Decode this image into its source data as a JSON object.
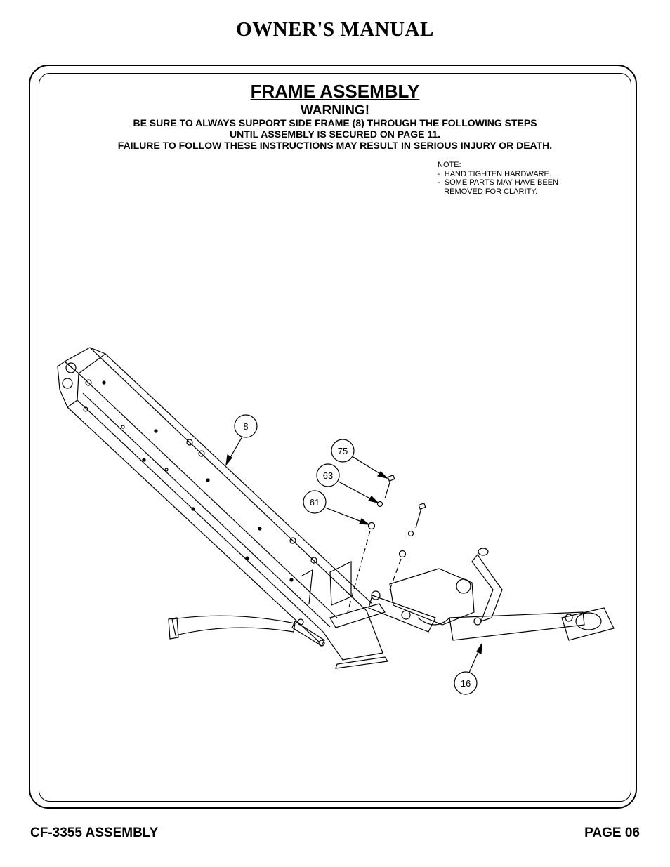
{
  "header": {
    "title": "OWNER'S MANUAL"
  },
  "section": {
    "title": "FRAME ASSEMBLY",
    "warning_title": "WARNING!",
    "warning_lines": [
      "BE SURE TO ALWAYS SUPPORT SIDE FRAME (8) THROUGH THE FOLLOWING STEPS",
      "UNTIL ASSEMBLY IS SECURED ON PAGE 11.",
      "FAILURE TO FOLLOW THESE INSTRUCTIONS MAY RESULT IN SERIOUS INJURY OR DEATH."
    ]
  },
  "note": {
    "label": "NOTE:",
    "items": [
      "-  HAND TIGHTEN HARDWARE.",
      "-  SOME PARTS MAY HAVE BEEN",
      "   REMOVED FOR CLARITY."
    ]
  },
  "callouts": {
    "side_frame": "8",
    "bolt": "75",
    "lock_washer": "63",
    "flat_washer": "61",
    "base_frame": "16"
  },
  "footer": {
    "left": "CF-3355 ASSEMBLY",
    "right": "PAGE 06"
  }
}
